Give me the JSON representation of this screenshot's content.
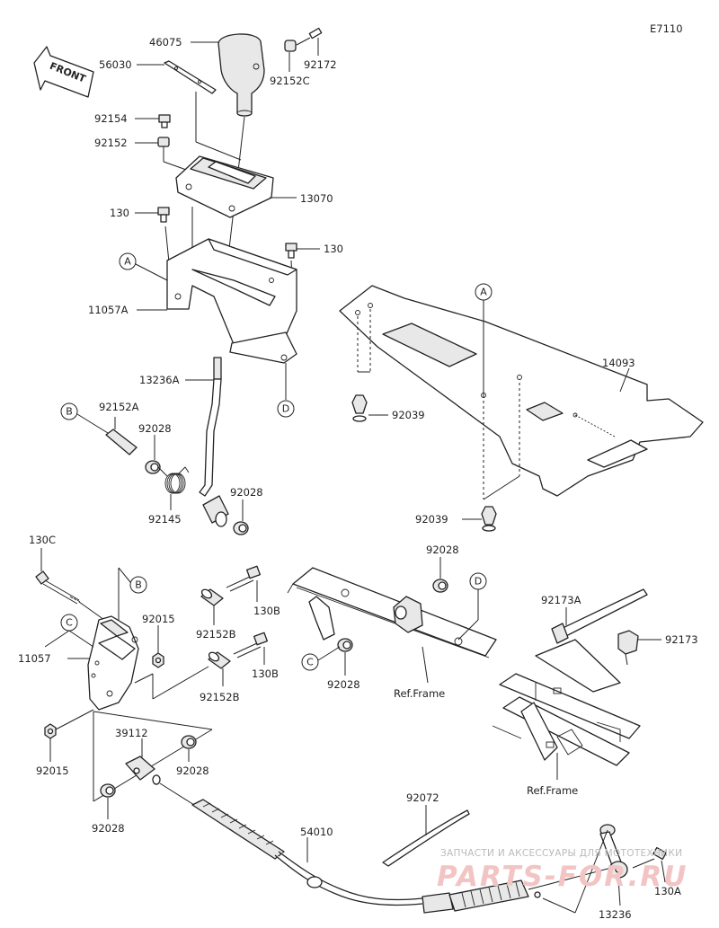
{
  "diagram_code": "E7110",
  "front_label": "FRONT",
  "ref_frame_label": "Ref.Frame",
  "watermark": {
    "line1": "ЗАПЧАСТИ И АКСЕССУАРЫ ДЛЯ МОТОТЕХНИКИ",
    "line2": "PARTS-FOR.RU"
  },
  "callouts": {
    "a": "A",
    "b": "B",
    "c": "C",
    "d": "D"
  },
  "parts": {
    "p46075": "46075",
    "p56030": "56030",
    "p92172": "92172",
    "p92152C": "92152C",
    "p92154": "92154",
    "p92152": "92152",
    "p13070": "13070",
    "p130_top": "130",
    "p130_right": "130",
    "p11057A": "11057A",
    "p13236A": "13236A",
    "p92152A": "92152A",
    "p92028_a": "92028",
    "p92145": "92145",
    "p92028_b": "92028",
    "p14093": "14093",
    "p92039_a": "92039",
    "p92039_b": "92039",
    "p130C": "130C",
    "p130B_a": "130B",
    "p92015_a": "92015",
    "p92152B_a": "92152B",
    "p11057": "11057",
    "p130B_b": "130B",
    "p92152B_b": "92152B",
    "p92015_b": "92015",
    "p92028_c": "92028",
    "p92028_d": "92028",
    "p92173A": "92173A",
    "p92173": "92173",
    "p39112": "39112",
    "p92028_e": "92028",
    "p92028_f": "92028",
    "p92072": "92072",
    "p54010": "54010",
    "p130A": "130A",
    "p13236": "13236"
  }
}
